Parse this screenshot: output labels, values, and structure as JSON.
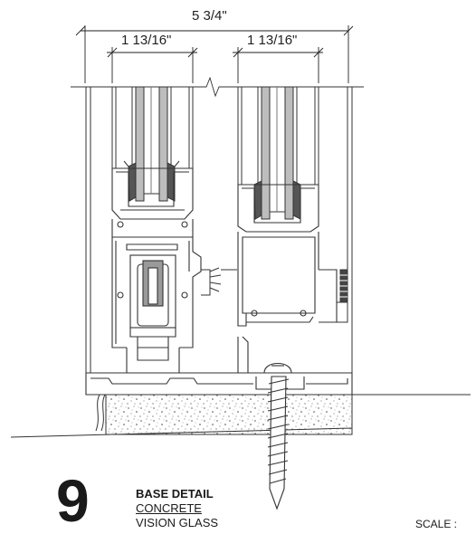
{
  "dimensions": {
    "overall": "5 3/4\"",
    "left_panel": "1 13/16\"",
    "right_panel": "1 13/16\""
  },
  "title_block": {
    "number": "9",
    "title": "BASE DETAIL",
    "subtitle": "CONCRETE",
    "note": "VISION GLASS",
    "scale_label": "SCALE :"
  }
}
